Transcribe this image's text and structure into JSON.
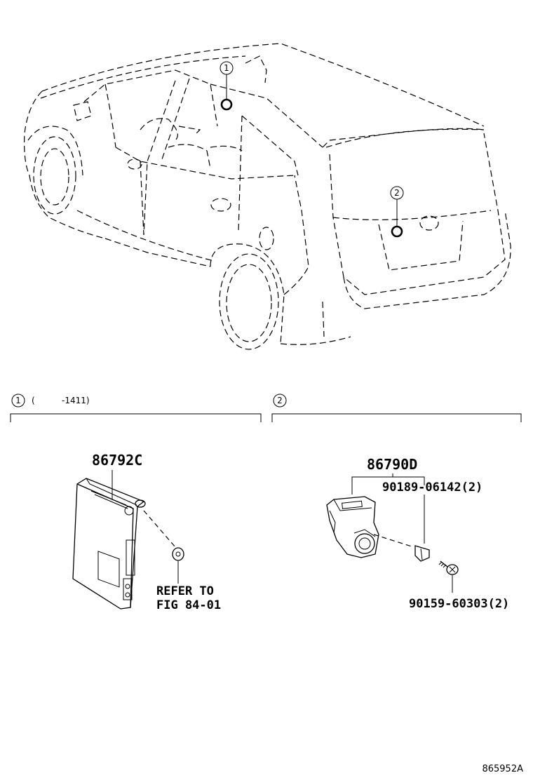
{
  "callouts": {
    "one": "1",
    "two": "2"
  },
  "section1": {
    "marker": "1",
    "paren_open": "(",
    "range": "-1411)"
  },
  "section2": {
    "marker": "2"
  },
  "parts": {
    "ecu": "86792C",
    "camera": "86790D",
    "camera_screw": "90189-06142(2)",
    "screw": "90159-60303(2)",
    "refer_line1": "REFER TO",
    "refer_line2": "FIG 84-01"
  },
  "figure_id": "865952A"
}
